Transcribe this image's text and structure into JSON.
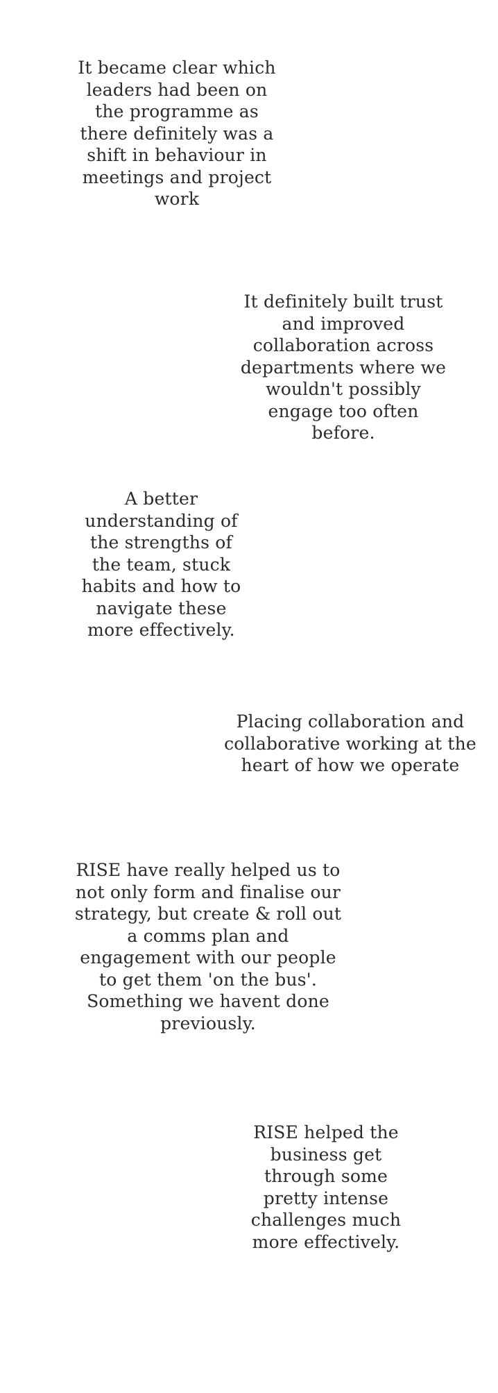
{
  "testimonials": [
    {
      "text": "It became clear which leaders had been on the programme as there definitely was a shift in behaviour in meetings and project work"
    },
    {
      "text": "It definitely built trust and improved collaboration across departments where we wouldn't possibly engage too often before."
    },
    {
      "text": "A better understanding of the strengths of the team, stuck habits and how to navigate these more effectively."
    },
    {
      "text": "Placing collaboration and collaborative working at the heart of how we operate"
    },
    {
      "text": "RISE have really helped us to not only form and finalise our strategy, but create & roll out a comms plan and engagement with our people to get them 'on the bus'. Something we havent done previously."
    },
    {
      "text": "RISE helped the business get through some pretty intense challenges much more effectively."
    }
  ]
}
